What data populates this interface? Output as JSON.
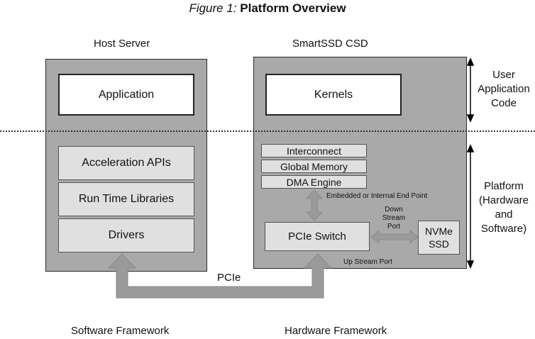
{
  "title": {
    "prefix": "Figure 1:",
    "main": "Platform Overview"
  },
  "host": {
    "heading": "Host Server",
    "application": "Application",
    "layers": [
      "Acceleration APIs",
      "Run Time Libraries",
      "Drivers"
    ]
  },
  "csd": {
    "heading": "SmartSSD CSD",
    "kernels": "Kernels",
    "blocks": [
      "Interconnect",
      "Global Memory",
      "DMA Engine"
    ],
    "pcie_switch": "PCIe Switch",
    "nvme": [
      "NVMe",
      "SSD"
    ],
    "endpoint_label": "Embedded or Internal End Point",
    "downstream_label": [
      "Down",
      "Stream",
      "Port"
    ],
    "upstream_label": "Up Stream Port"
  },
  "side": {
    "user_code": [
      "User",
      "Application",
      "Code"
    ],
    "platform": [
      "Platform",
      "(Hardware",
      "and",
      "Software)"
    ]
  },
  "link_label": "PCIe",
  "footer": {
    "left": "Software Framework",
    "right": "Hardware Framework"
  },
  "colors": {
    "panel": "#a9a9a9",
    "light_box": "#e0e0e0",
    "arrow": "#9a9a9a"
  }
}
